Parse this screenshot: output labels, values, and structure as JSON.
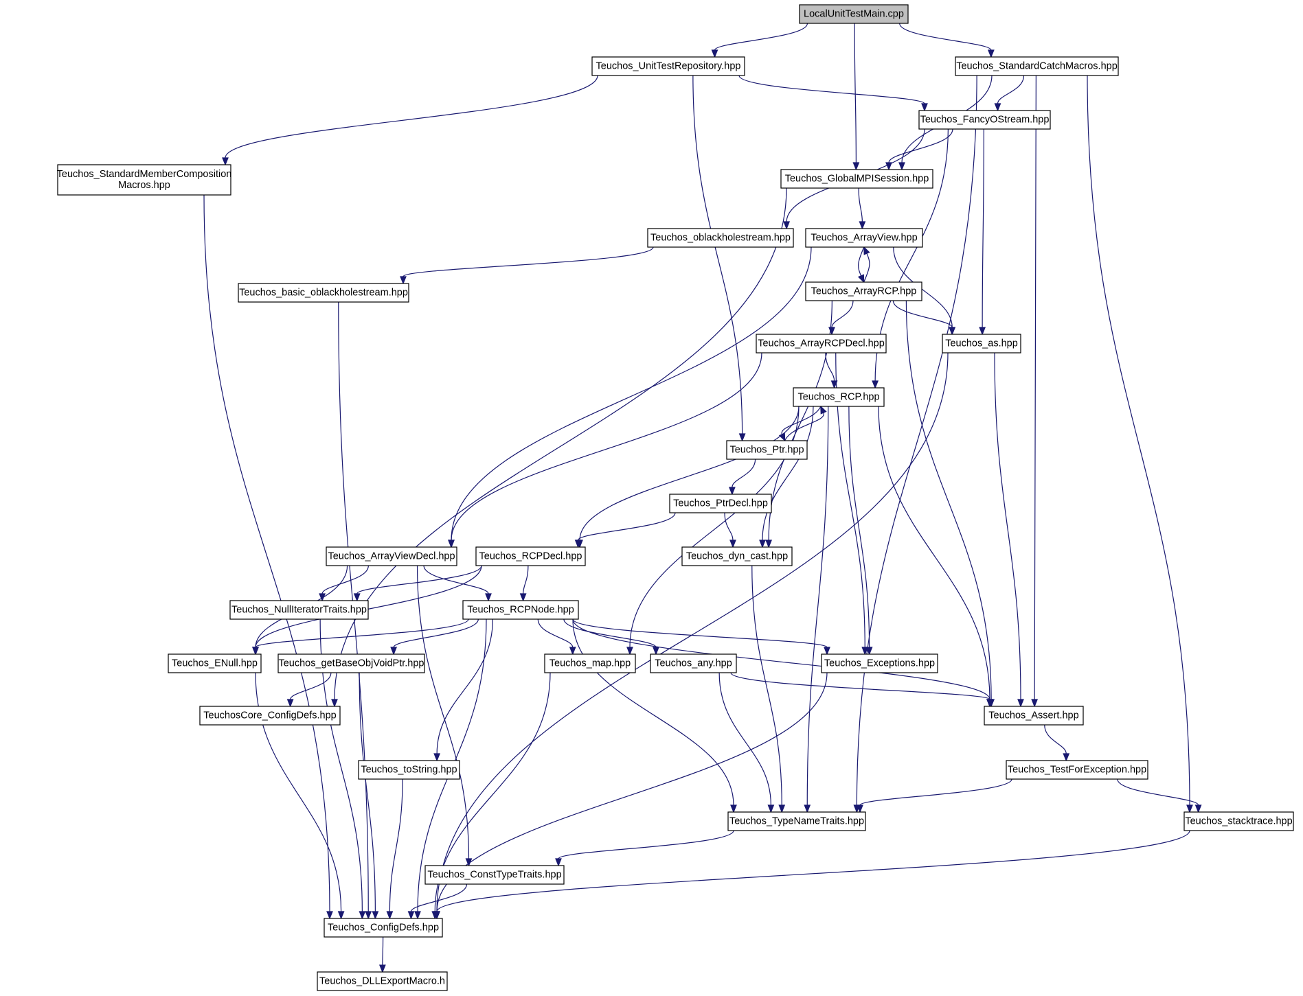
{
  "graph": {
    "nodes": [
      {
        "id": "LocalUnitTestMain",
        "lines": [
          "LocalUnitTestMain.cpp"
        ],
        "root": true
      },
      {
        "id": "UnitTestRepository",
        "lines": [
          "Teuchos_UnitTestRepository.hpp"
        ]
      },
      {
        "id": "StandardCatchMacros",
        "lines": [
          "Teuchos_StandardCatchMacros.hpp"
        ]
      },
      {
        "id": "StdMemberCompMacros",
        "lines": [
          "Teuchos_StandardMemberComposition",
          "Macros.hpp"
        ]
      },
      {
        "id": "FancyOStream",
        "lines": [
          "Teuchos_FancyOStream.hpp"
        ]
      },
      {
        "id": "GlobalMPISession",
        "lines": [
          "Teuchos_GlobalMPISession.hpp"
        ]
      },
      {
        "id": "oblackholestream",
        "lines": [
          "Teuchos_oblackholestream.hpp"
        ]
      },
      {
        "id": "ArrayView",
        "lines": [
          "Teuchos_ArrayView.hpp"
        ]
      },
      {
        "id": "basic_oblackholestream",
        "lines": [
          "Teuchos_basic_oblackholestream.hpp"
        ]
      },
      {
        "id": "ArrayRCP",
        "lines": [
          "Teuchos_ArrayRCP.hpp"
        ]
      },
      {
        "id": "ArrayRCPDecl",
        "lines": [
          "Teuchos_ArrayRCPDecl.hpp"
        ]
      },
      {
        "id": "as",
        "lines": [
          "Teuchos_as.hpp"
        ]
      },
      {
        "id": "RCP",
        "lines": [
          "Teuchos_RCP.hpp"
        ]
      },
      {
        "id": "Ptr",
        "lines": [
          "Teuchos_Ptr.hpp"
        ]
      },
      {
        "id": "PtrDecl",
        "lines": [
          "Teuchos_PtrDecl.hpp"
        ]
      },
      {
        "id": "ArrayViewDecl",
        "lines": [
          "Teuchos_ArrayViewDecl.hpp"
        ]
      },
      {
        "id": "RCPDecl",
        "lines": [
          "Teuchos_RCPDecl.hpp"
        ]
      },
      {
        "id": "dyn_cast",
        "lines": [
          "Teuchos_dyn_cast.hpp"
        ]
      },
      {
        "id": "NullIteratorTraits",
        "lines": [
          "Teuchos_NullIteratorTraits.hpp"
        ]
      },
      {
        "id": "RCPNode",
        "lines": [
          "Teuchos_RCPNode.hpp"
        ]
      },
      {
        "id": "ENull",
        "lines": [
          "Teuchos_ENull.hpp"
        ]
      },
      {
        "id": "getBaseObjVoidPtr",
        "lines": [
          "Teuchos_getBaseObjVoidPtr.hpp"
        ]
      },
      {
        "id": "map",
        "lines": [
          "Teuchos_map.hpp"
        ]
      },
      {
        "id": "any",
        "lines": [
          "Teuchos_any.hpp"
        ]
      },
      {
        "id": "Exceptions",
        "lines": [
          "Teuchos_Exceptions.hpp"
        ]
      },
      {
        "id": "CoreConfigDefs",
        "lines": [
          "TeuchosCore_ConfigDefs.hpp"
        ]
      },
      {
        "id": "Assert",
        "lines": [
          "Teuchos_Assert.hpp"
        ]
      },
      {
        "id": "toString",
        "lines": [
          "Teuchos_toString.hpp"
        ]
      },
      {
        "id": "TestForException",
        "lines": [
          "Teuchos_TestForException.hpp"
        ]
      },
      {
        "id": "TypeNameTraits",
        "lines": [
          "Teuchos_TypeNameTraits.hpp"
        ]
      },
      {
        "id": "stacktrace",
        "lines": [
          "Teuchos_stacktrace.hpp"
        ]
      },
      {
        "id": "ConstTypeTraits",
        "lines": [
          "Teuchos_ConstTypeTraits.hpp"
        ]
      },
      {
        "id": "ConfigDefs",
        "lines": [
          "Teuchos_ConfigDefs.hpp"
        ]
      },
      {
        "id": "DLLExportMacro",
        "lines": [
          "Teuchos_DLLExportMacro.h"
        ]
      }
    ],
    "edges": [
      [
        "LocalUnitTestMain",
        "UnitTestRepository"
      ],
      [
        "LocalUnitTestMain",
        "GlobalMPISession"
      ],
      [
        "LocalUnitTestMain",
        "StandardCatchMacros"
      ],
      [
        "UnitTestRepository",
        "StdMemberCompMacros"
      ],
      [
        "UnitTestRepository",
        "FancyOStream"
      ],
      [
        "UnitTestRepository",
        "Ptr"
      ],
      [
        "StandardCatchMacros",
        "GlobalMPISession"
      ],
      [
        "StandardCatchMacros",
        "FancyOStream"
      ],
      [
        "StandardCatchMacros",
        "TypeNameTraits"
      ],
      [
        "StandardCatchMacros",
        "Assert"
      ],
      [
        "StandardCatchMacros",
        "stacktrace"
      ],
      [
        "StdMemberCompMacros",
        "ConfigDefs"
      ],
      [
        "FancyOStream",
        "GlobalMPISession"
      ],
      [
        "FancyOStream",
        "oblackholestream"
      ],
      [
        "FancyOStream",
        "as"
      ],
      [
        "FancyOStream",
        "RCP"
      ],
      [
        "GlobalMPISession",
        "CoreConfigDefs"
      ],
      [
        "GlobalMPISession",
        "ArrayView"
      ],
      [
        "oblackholestream",
        "basic_oblackholestream"
      ],
      [
        "ArrayView",
        "ArrayRCP"
      ],
      [
        "ArrayView",
        "ArrayViewDecl"
      ],
      [
        "ArrayView",
        "as"
      ],
      [
        "basic_oblackholestream",
        "ConfigDefs"
      ],
      [
        "ArrayRCP",
        "ArrayView"
      ],
      [
        "ArrayRCP",
        "ArrayRCPDecl"
      ],
      [
        "ArrayRCP",
        "as"
      ],
      [
        "ArrayRCP",
        "dyn_cast"
      ],
      [
        "ArrayRCP",
        "Assert"
      ],
      [
        "ArrayRCPDecl",
        "ArrayViewDecl"
      ],
      [
        "ArrayRCPDecl",
        "RCP"
      ],
      [
        "ArrayRCPDecl",
        "Exceptions"
      ],
      [
        "as",
        "Assert"
      ],
      [
        "as",
        "ConfigDefs"
      ],
      [
        "RCP",
        "Ptr"
      ],
      [
        "RCP",
        "RCPDecl"
      ],
      [
        "RCP",
        "dyn_cast"
      ],
      [
        "RCP",
        "map"
      ],
      [
        "RCP",
        "Exceptions"
      ],
      [
        "RCP",
        "TypeNameTraits"
      ],
      [
        "RCP",
        "Assert"
      ],
      [
        "Ptr",
        "RCP"
      ],
      [
        "Ptr",
        "PtrDecl"
      ],
      [
        "PtrDecl",
        "RCPDecl"
      ],
      [
        "PtrDecl",
        "dyn_cast"
      ],
      [
        "ArrayViewDecl",
        "NullIteratorTraits"
      ],
      [
        "ArrayViewDecl",
        "ENull"
      ],
      [
        "ArrayViewDecl",
        "RCPNode"
      ],
      [
        "ArrayViewDecl",
        "ConstTypeTraits"
      ],
      [
        "RCPDecl",
        "RCPNode"
      ],
      [
        "RCPDecl",
        "NullIteratorTraits"
      ],
      [
        "RCPDecl",
        "ENull"
      ],
      [
        "dyn_cast",
        "TypeNameTraits"
      ],
      [
        "NullIteratorTraits",
        "ConfigDefs"
      ],
      [
        "RCPNode",
        "ENull"
      ],
      [
        "RCPNode",
        "getBaseObjVoidPtr"
      ],
      [
        "RCPNode",
        "map"
      ],
      [
        "RCPNode",
        "any"
      ],
      [
        "RCPNode",
        "Exceptions"
      ],
      [
        "RCPNode",
        "Assert"
      ],
      [
        "RCPNode",
        "toString"
      ],
      [
        "RCPNode",
        "TypeNameTraits"
      ],
      [
        "RCPNode",
        "ConfigDefs"
      ],
      [
        "ENull",
        "ConfigDefs"
      ],
      [
        "getBaseObjVoidPtr",
        "CoreConfigDefs"
      ],
      [
        "getBaseObjVoidPtr",
        "ConfigDefs"
      ],
      [
        "map",
        "ConfigDefs"
      ],
      [
        "any",
        "Assert"
      ],
      [
        "any",
        "TypeNameTraits"
      ],
      [
        "Exceptions",
        "ConfigDefs"
      ],
      [
        "Assert",
        "TestForException"
      ],
      [
        "toString",
        "ConfigDefs"
      ],
      [
        "TestForException",
        "TypeNameTraits"
      ],
      [
        "TestForException",
        "stacktrace"
      ],
      [
        "TypeNameTraits",
        "ConstTypeTraits"
      ],
      [
        "stacktrace",
        "ConfigDefs"
      ],
      [
        "ConstTypeTraits",
        "ConfigDefs"
      ],
      [
        "ConfigDefs",
        "DLLExportMacro"
      ]
    ]
  }
}
